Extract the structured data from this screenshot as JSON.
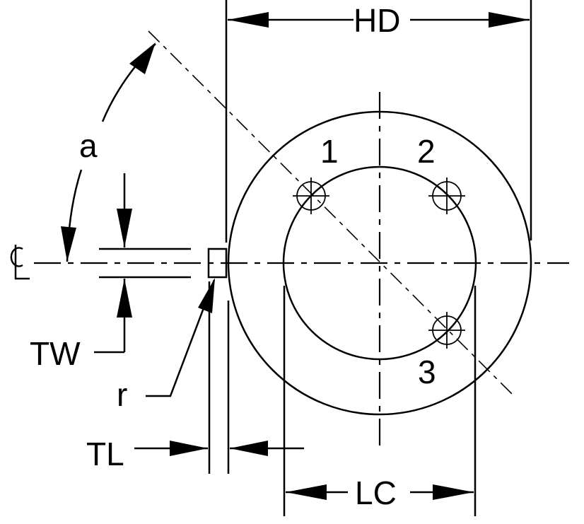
{
  "labels": {
    "hd": "HD",
    "a": "a",
    "hole_1": "1",
    "hole_2": "2",
    "hole_3": "3",
    "centerline": "CL",
    "tw": "TW",
    "r": "r",
    "tl": "TL",
    "lc": "LC"
  },
  "colors": {
    "ink": "#000000",
    "background": "#ffffff"
  }
}
